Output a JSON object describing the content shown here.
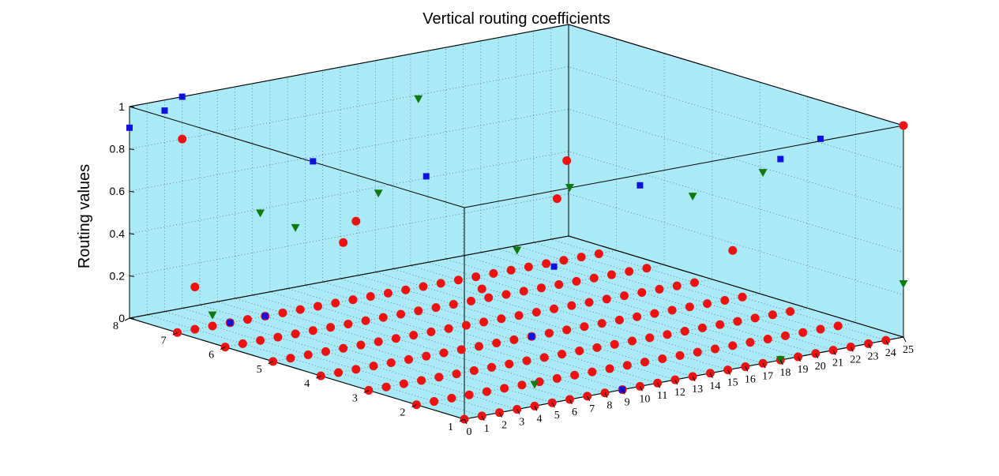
{
  "chart_data": {
    "type": "scatter",
    "title": "Vertical routing coefficients",
    "xlabel": "",
    "ylabel": "",
    "zlabel": "Routing values",
    "xlim": [
      0,
      25
    ],
    "ylim": [
      1,
      8
    ],
    "zlim": [
      0,
      1
    ],
    "x_ticks": [
      "0",
      "1",
      "2",
      "3",
      "4",
      "5",
      "6",
      "7",
      "8",
      "9",
      "10",
      "11",
      "12",
      "13",
      "14",
      "15",
      "16",
      "17",
      "18",
      "19",
      "20",
      "21",
      "22",
      "23",
      "24",
      "25"
    ],
    "y_ticks": [
      "1",
      "2",
      "3",
      "4",
      "5",
      "6",
      "7",
      "8"
    ],
    "z_ticks": [
      "0",
      "0.2",
      "0.4",
      "0.6",
      "0.8",
      "1"
    ],
    "grid": true,
    "legend": "none",
    "colors": {
      "red_circle": "#ee1111",
      "blue_square": "#1111dd",
      "green_triangle": "#107a10",
      "pane": "#aaeaf6"
    },
    "series": [
      {
        "marker": "circle",
        "color": "#ee1111",
        "base_grid": {
          "x_range": [
            0,
            24
          ],
          "y_range": [
            1,
            7
          ],
          "z": 0
        },
        "points": [
          {
            "x": 3,
            "y": 8,
            "z": 0.8
          },
          {
            "x": 4,
            "y": 5,
            "z": 0.5
          },
          {
            "x": 1,
            "y": 7,
            "z": 0.2
          },
          {
            "x": 1,
            "y": 1,
            "z": 0.6
          },
          {
            "x": 2,
            "y": 4,
            "z": 0.7
          },
          {
            "x": 8,
            "y": 2,
            "z": 0.85
          },
          {
            "x": 14,
            "y": 4,
            "z": 0.8
          },
          {
            "x": 18,
            "y": 2,
            "z": 0.45
          },
          {
            "x": 25,
            "y": 1,
            "z": 1.0
          }
        ]
      },
      {
        "marker": "square",
        "color": "#1111dd",
        "points": [
          {
            "x": 0,
            "y": 8,
            "z": 0.9
          },
          {
            "x": 2,
            "y": 8,
            "z": 0.95
          },
          {
            "x": 5,
            "y": 6,
            "z": 0.8
          },
          {
            "x": 3,
            "y": 8,
            "z": 1.0
          },
          {
            "x": 10,
            "y": 1,
            "z": 0.95
          },
          {
            "x": 6,
            "y": 4,
            "z": 0.85
          },
          {
            "x": 18,
            "y": 1,
            "z": 0.95
          },
          {
            "x": 23,
            "y": 2,
            "z": 0.9
          },
          {
            "x": 16,
            "y": 5,
            "z": 0.2
          },
          {
            "x": 5,
            "y": 7,
            "z": 0.0
          },
          {
            "x": 3,
            "y": 7,
            "z": 0.0
          },
          {
            "x": 12,
            "y": 4,
            "z": 0.0
          },
          {
            "x": 9,
            "y": 1,
            "z": 0.0
          }
        ]
      },
      {
        "marker": "triangle",
        "color": "#107a10",
        "points": [
          {
            "x": 6,
            "y": 5,
            "z": 0.7
          },
          {
            "x": 2,
            "y": 6,
            "z": 0.6
          },
          {
            "x": 6,
            "y": 1,
            "z": 1.0
          },
          {
            "x": 11,
            "y": 6,
            "z": 1.0
          },
          {
            "x": 13,
            "y": 1,
            "z": 0.85
          },
          {
            "x": 3,
            "y": 1,
            "z": 0.75
          },
          {
            "x": 4,
            "y": 6,
            "z": 0.5
          },
          {
            "x": 17,
            "y": 1,
            "z": 0.9
          },
          {
            "x": 25,
            "y": 1,
            "z": 0.25
          },
          {
            "x": 4,
            "y": 1,
            "z": 0.1
          },
          {
            "x": 2,
            "y": 7,
            "z": 0.05
          },
          {
            "x": 18,
            "y": 1,
            "z": 0.0
          }
        ]
      }
    ]
  }
}
